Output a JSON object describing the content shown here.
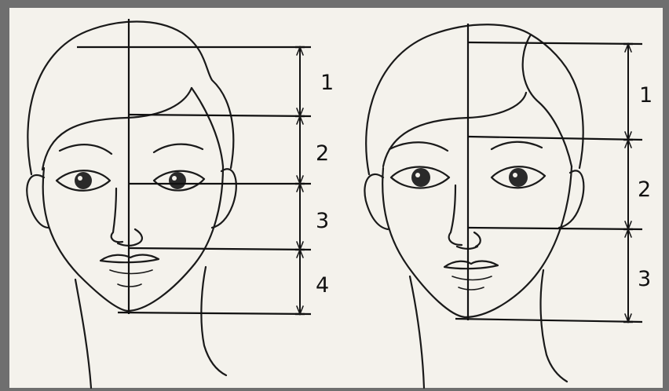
{
  "colors": {
    "paper": "#f4f2ec",
    "ink": "#1a1a1a",
    "frame": "#6f6f6f"
  },
  "left_panel": {
    "section_labels": [
      "1",
      "2",
      "3",
      "4"
    ]
  },
  "right_panel": {
    "section_labels": [
      "1",
      "2",
      "3"
    ]
  }
}
